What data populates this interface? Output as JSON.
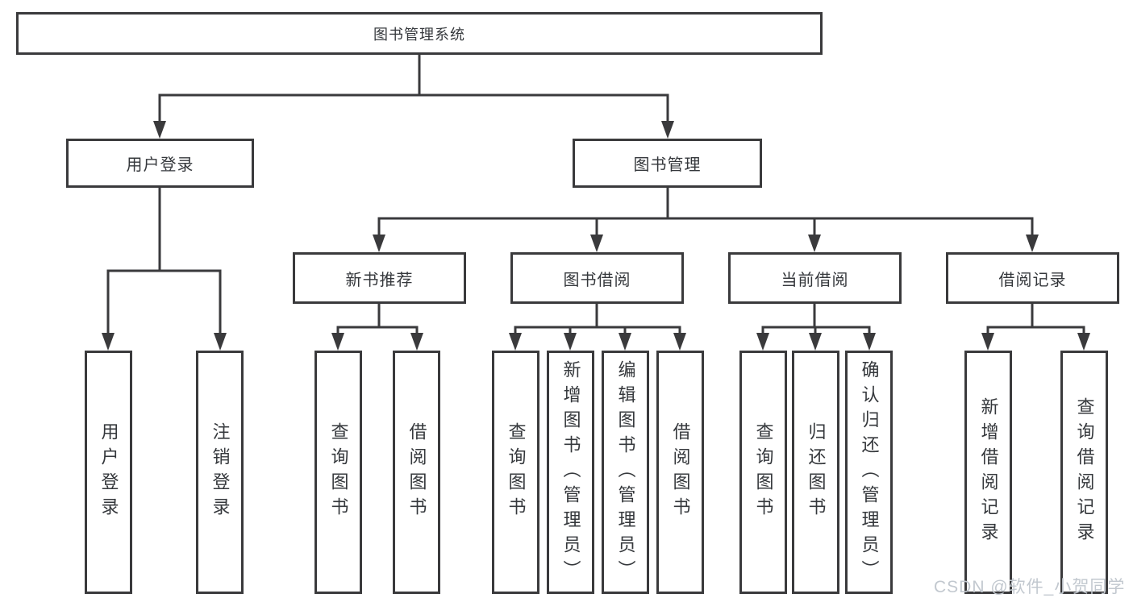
{
  "tree": {
    "root": {
      "label": "图书管理系统"
    },
    "user_login": {
      "label": "用户登录",
      "children": [
        "用户登录",
        "注销登录"
      ]
    },
    "book_mgmt": {
      "label": "图书管理",
      "sections": [
        {
          "label": "新书推荐",
          "children": [
            "查询图书",
            "借阅图书"
          ]
        },
        {
          "label": "图书借阅",
          "children": [
            "查询图书",
            "新增图书（管理员）",
            "编辑图书（管理员）",
            "借阅图书"
          ]
        },
        {
          "label": "当前借阅",
          "children": [
            "查询图书",
            "归还图书",
            "确认归还（管理员）"
          ]
        },
        {
          "label": "借阅记录",
          "children": [
            "新增借阅记录",
            "查询借阅记录"
          ]
        }
      ]
    }
  },
  "watermark": "CSDN @软件_小贺同学",
  "colors": {
    "line": "#3a3a3c",
    "box_border": "#3a3a3c",
    "box_background": "#ffffff",
    "text": "#35383c",
    "watermark": "#c2c8cf",
    "page_background": "#ffffff"
  }
}
